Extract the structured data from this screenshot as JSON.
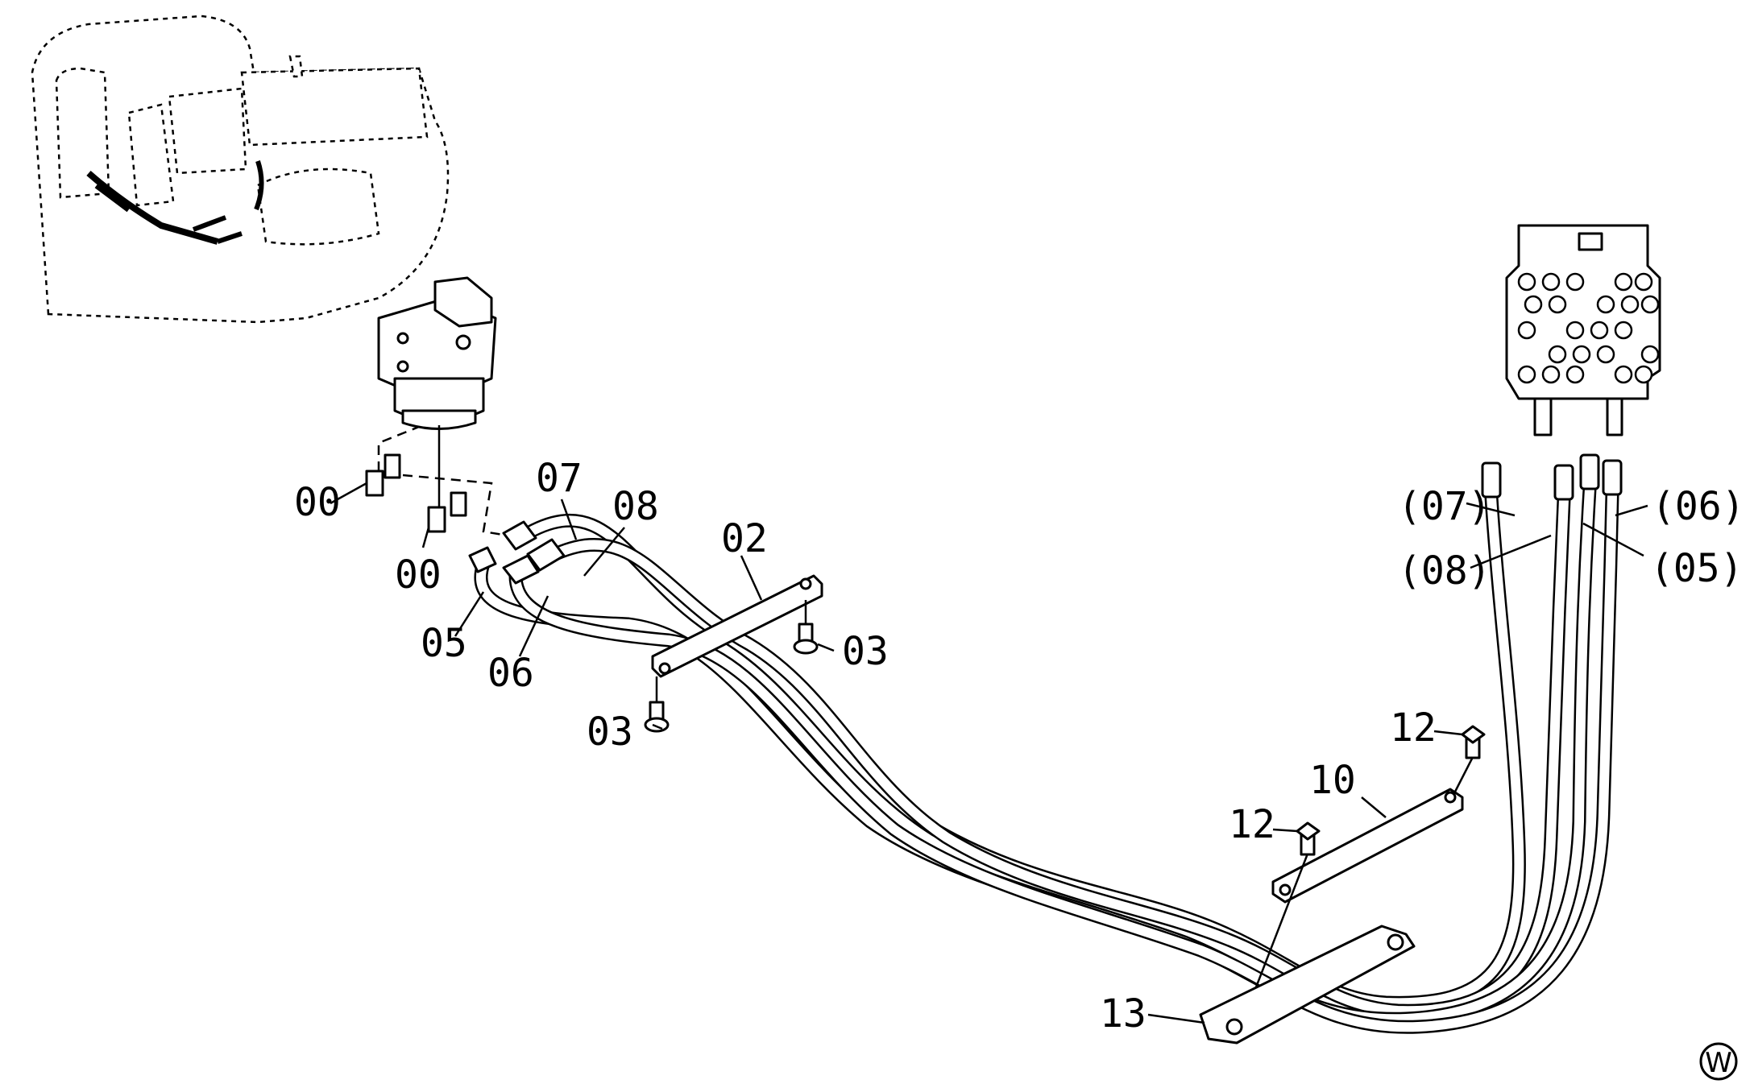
{
  "callouts": {
    "c00a": "00",
    "c00b": "00",
    "c07": "07",
    "c08": "08",
    "c05": "05",
    "c06": "06",
    "c02": "02",
    "c03a": "03",
    "c03b": "03",
    "c07p": "(07)",
    "c08p": "(08)",
    "c06p": "(06)",
    "c05p": "(05)",
    "c12a": "12",
    "c12b": "12",
    "c10": "10",
    "c13": "13"
  },
  "corner_mark": "W"
}
